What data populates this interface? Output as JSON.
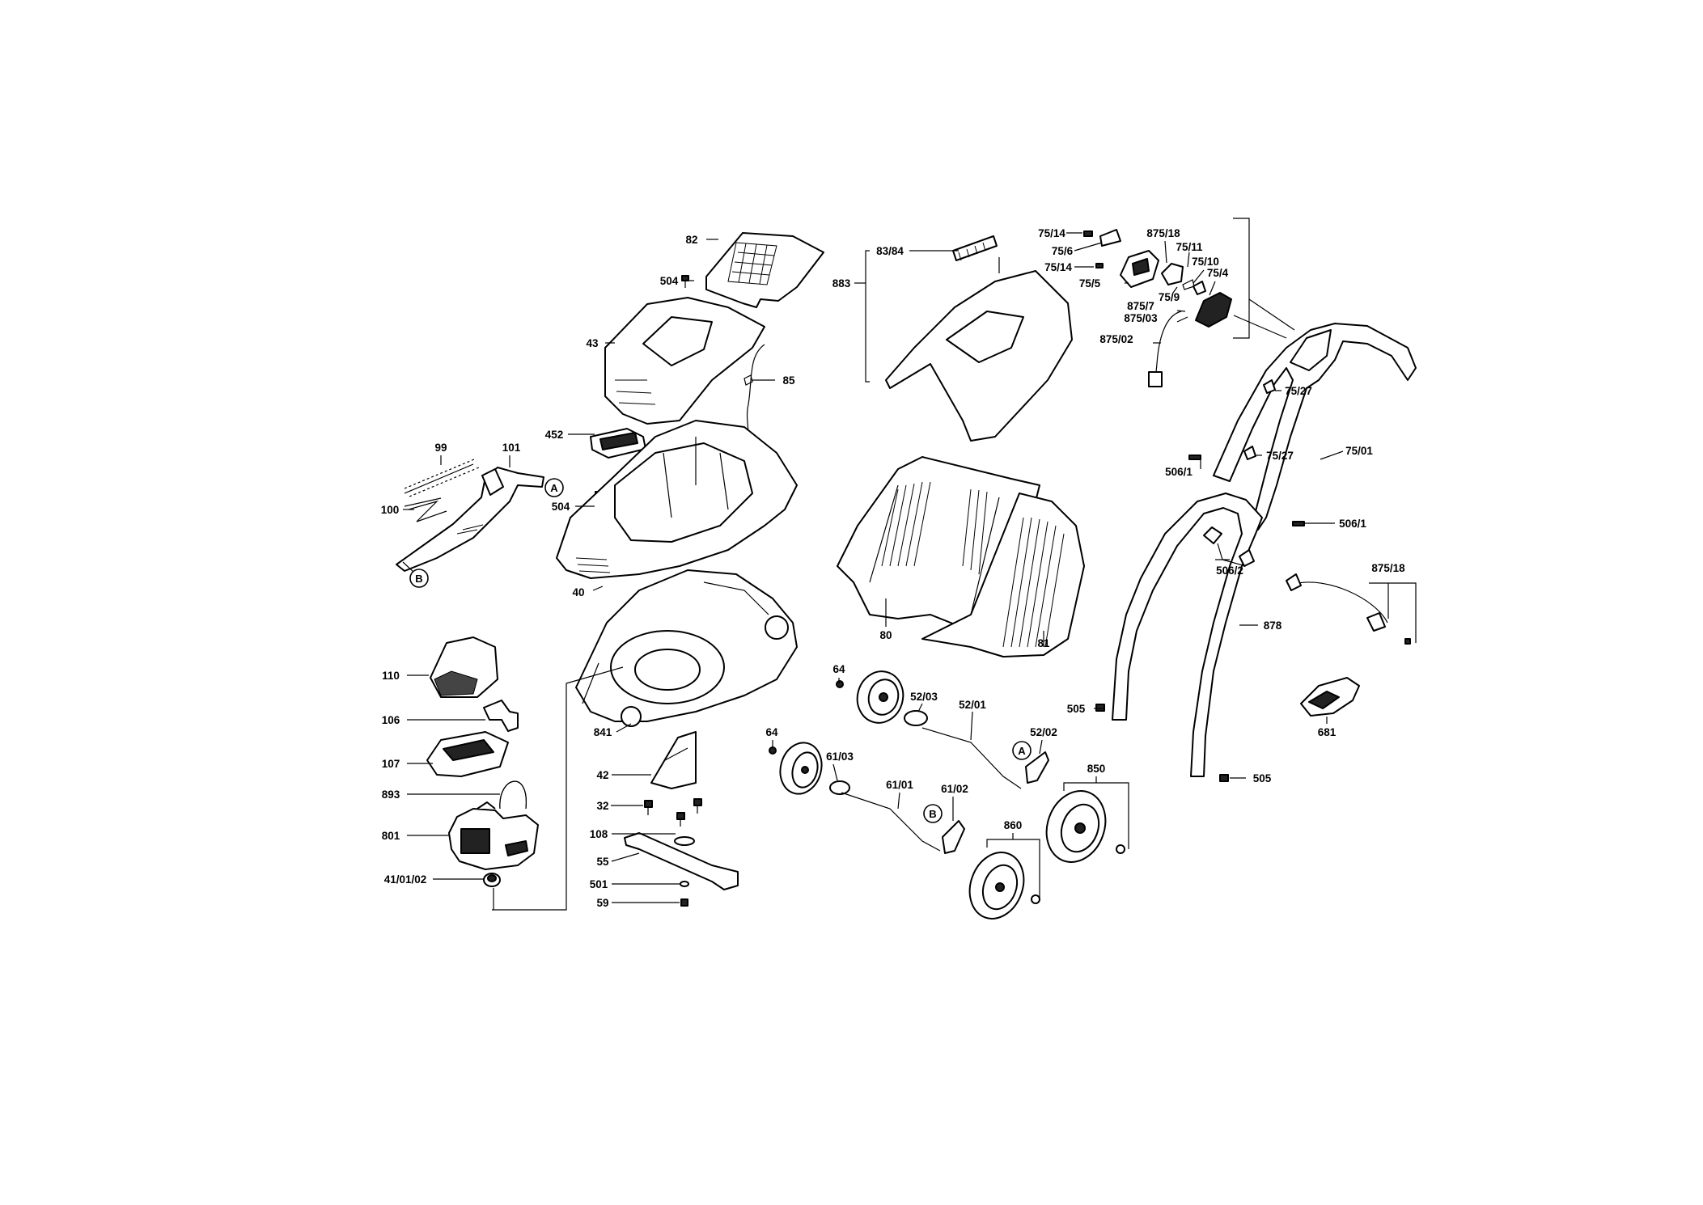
{
  "callouts": {
    "a": "A",
    "b": "B"
  },
  "labels": {
    "p82": "82",
    "p504a": "504",
    "p43": "43",
    "p85": "85",
    "p452": "452",
    "p504b": "504",
    "p99": "99",
    "p101": "101",
    "p100": "100",
    "p40": "40",
    "p110": "110",
    "p106": "106",
    "p107": "107",
    "p893": "893",
    "p801": "801",
    "p41_01_02": "41/01/02",
    "p841": "841",
    "p42": "42",
    "p32": "32",
    "p108": "108",
    "p55": "55",
    "p501": "501",
    "p59": "59",
    "p883": "883",
    "p83_84": "83/84",
    "p80": "80",
    "p81": "81",
    "p64a": "64",
    "p52_03": "52/03",
    "p52_01": "52/01",
    "p52_02": "52/02",
    "p64b": "64",
    "p61_03": "61/03",
    "p61_01": "61/01",
    "p61_02": "61/02",
    "p850": "850",
    "p860": "860",
    "p75_14a": "75/14",
    "p75_6": "75/6",
    "p75_14b": "75/14",
    "p75_5": "75/5",
    "p875_18a": "875/18",
    "p75_11": "75/11",
    "p75_10": "75/10",
    "p75_4": "75/4",
    "p75_9": "75/9",
    "p875_7": "875/7",
    "p875_03": "875/03",
    "p875_02": "875/02",
    "p75_27a": "75/27",
    "p75_27b": "75/27",
    "p75_01": "75/01",
    "p506_1a": "506/1",
    "p506_1b": "506/1",
    "p506_2": "506/2",
    "p875_18b": "875/18",
    "p878": "878",
    "p505a": "505",
    "p505b": "505",
    "p681": "681"
  }
}
